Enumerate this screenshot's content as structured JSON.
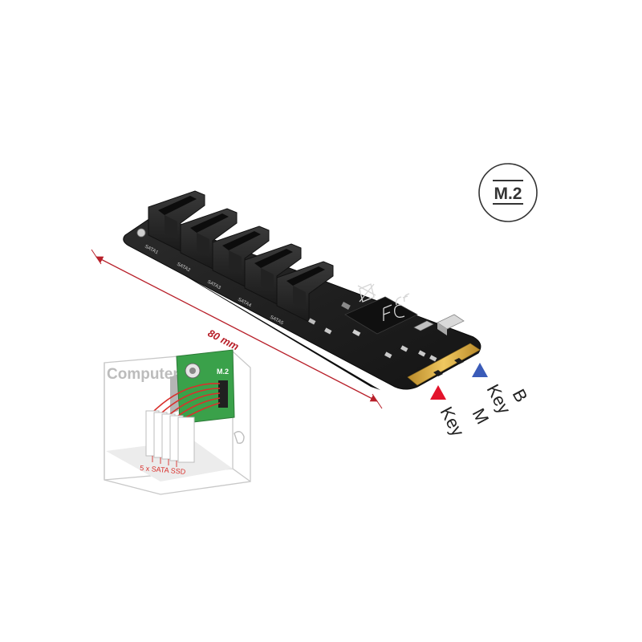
{
  "badge": {
    "label": "M.2"
  },
  "dimension": {
    "label": "80 mm"
  },
  "keys": [
    {
      "word": "Key",
      "letter": "M",
      "color": "#e3132b"
    },
    {
      "word": "Key",
      "letter": "B",
      "color": "#3a5bb8"
    }
  ],
  "diagram": {
    "computer_label": "Computer",
    "ssd_label": "5 x SATA SSD",
    "card_label": "M.2"
  },
  "colors": {
    "pcb": "#1c1c1c",
    "connector": "#2a2a2a",
    "gold_contacts": "#d4a640",
    "dimension_line": "#b8202a",
    "diagram_card": "#3aa14a",
    "diagram_cable": "#d9302c"
  }
}
